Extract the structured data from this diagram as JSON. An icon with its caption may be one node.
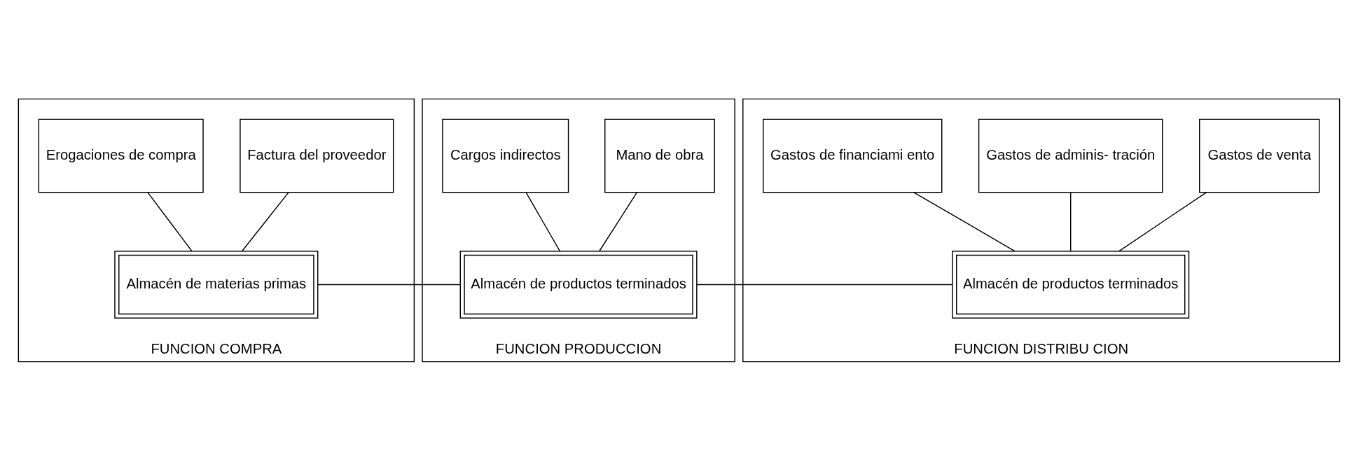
{
  "diagram": {
    "nodes": [
      {
        "text": [
          "FUNCION COMPRA"
        ]
      },
      {
        "text": [
          "Factura del proveedor"
        ],
        "in": 0
      },
      {
        "text": [
          "Erogaciones de compra"
        ],
        "in": 0
      },
      {
        "text": [
          "Almacén de materias primas"
        ],
        "in": 0
      },
      {
        "text": [
          "FUNCION PRODUCCION"
        ]
      },
      {
        "text": [
          "Mano de obra"
        ],
        "in": 4
      },
      {
        "text": [
          "Cargos indirectos"
        ],
        "in": 4
      },
      {
        "text": [
          "Almacén de productos terminados"
        ],
        "in": 4
      },
      {
        "text": [
          "FUNCION DISTRIBU CION"
        ]
      },
      {
        "text": [
          "Gastos de venta"
        ],
        "in": 8
      },
      {
        "text": [
          "Gastos de adminis- tración"
        ],
        "in": 8
      },
      {
        "text": [
          "Gastos de financiami ento"
        ],
        "in": 8
      },
      {
        "text": [
          "Almacén de productos terminados"
        ],
        "in": 8
      }
    ],
    "edges": [
      {
        "from": 1,
        "to": 3,
        "arrow": "none"
      },
      {
        "from": 2,
        "to": 3,
        "arrow": "none"
      },
      {
        "from": 3,
        "to": 7,
        "arrow": "none"
      },
      {
        "from": 5,
        "to": 7,
        "arrow": "none"
      },
      {
        "from": 6,
        "to": 7,
        "arrow": "none"
      },
      {
        "from": 7,
        "to": 12,
        "arrow": "none"
      },
      {
        "from": 9,
        "to": 12,
        "arrow": "none"
      },
      {
        "from": 10,
        "to": 12,
        "arrow": "none"
      },
      {
        "from": 11,
        "to": 12,
        "arrow": "none"
      }
    ]
  }
}
